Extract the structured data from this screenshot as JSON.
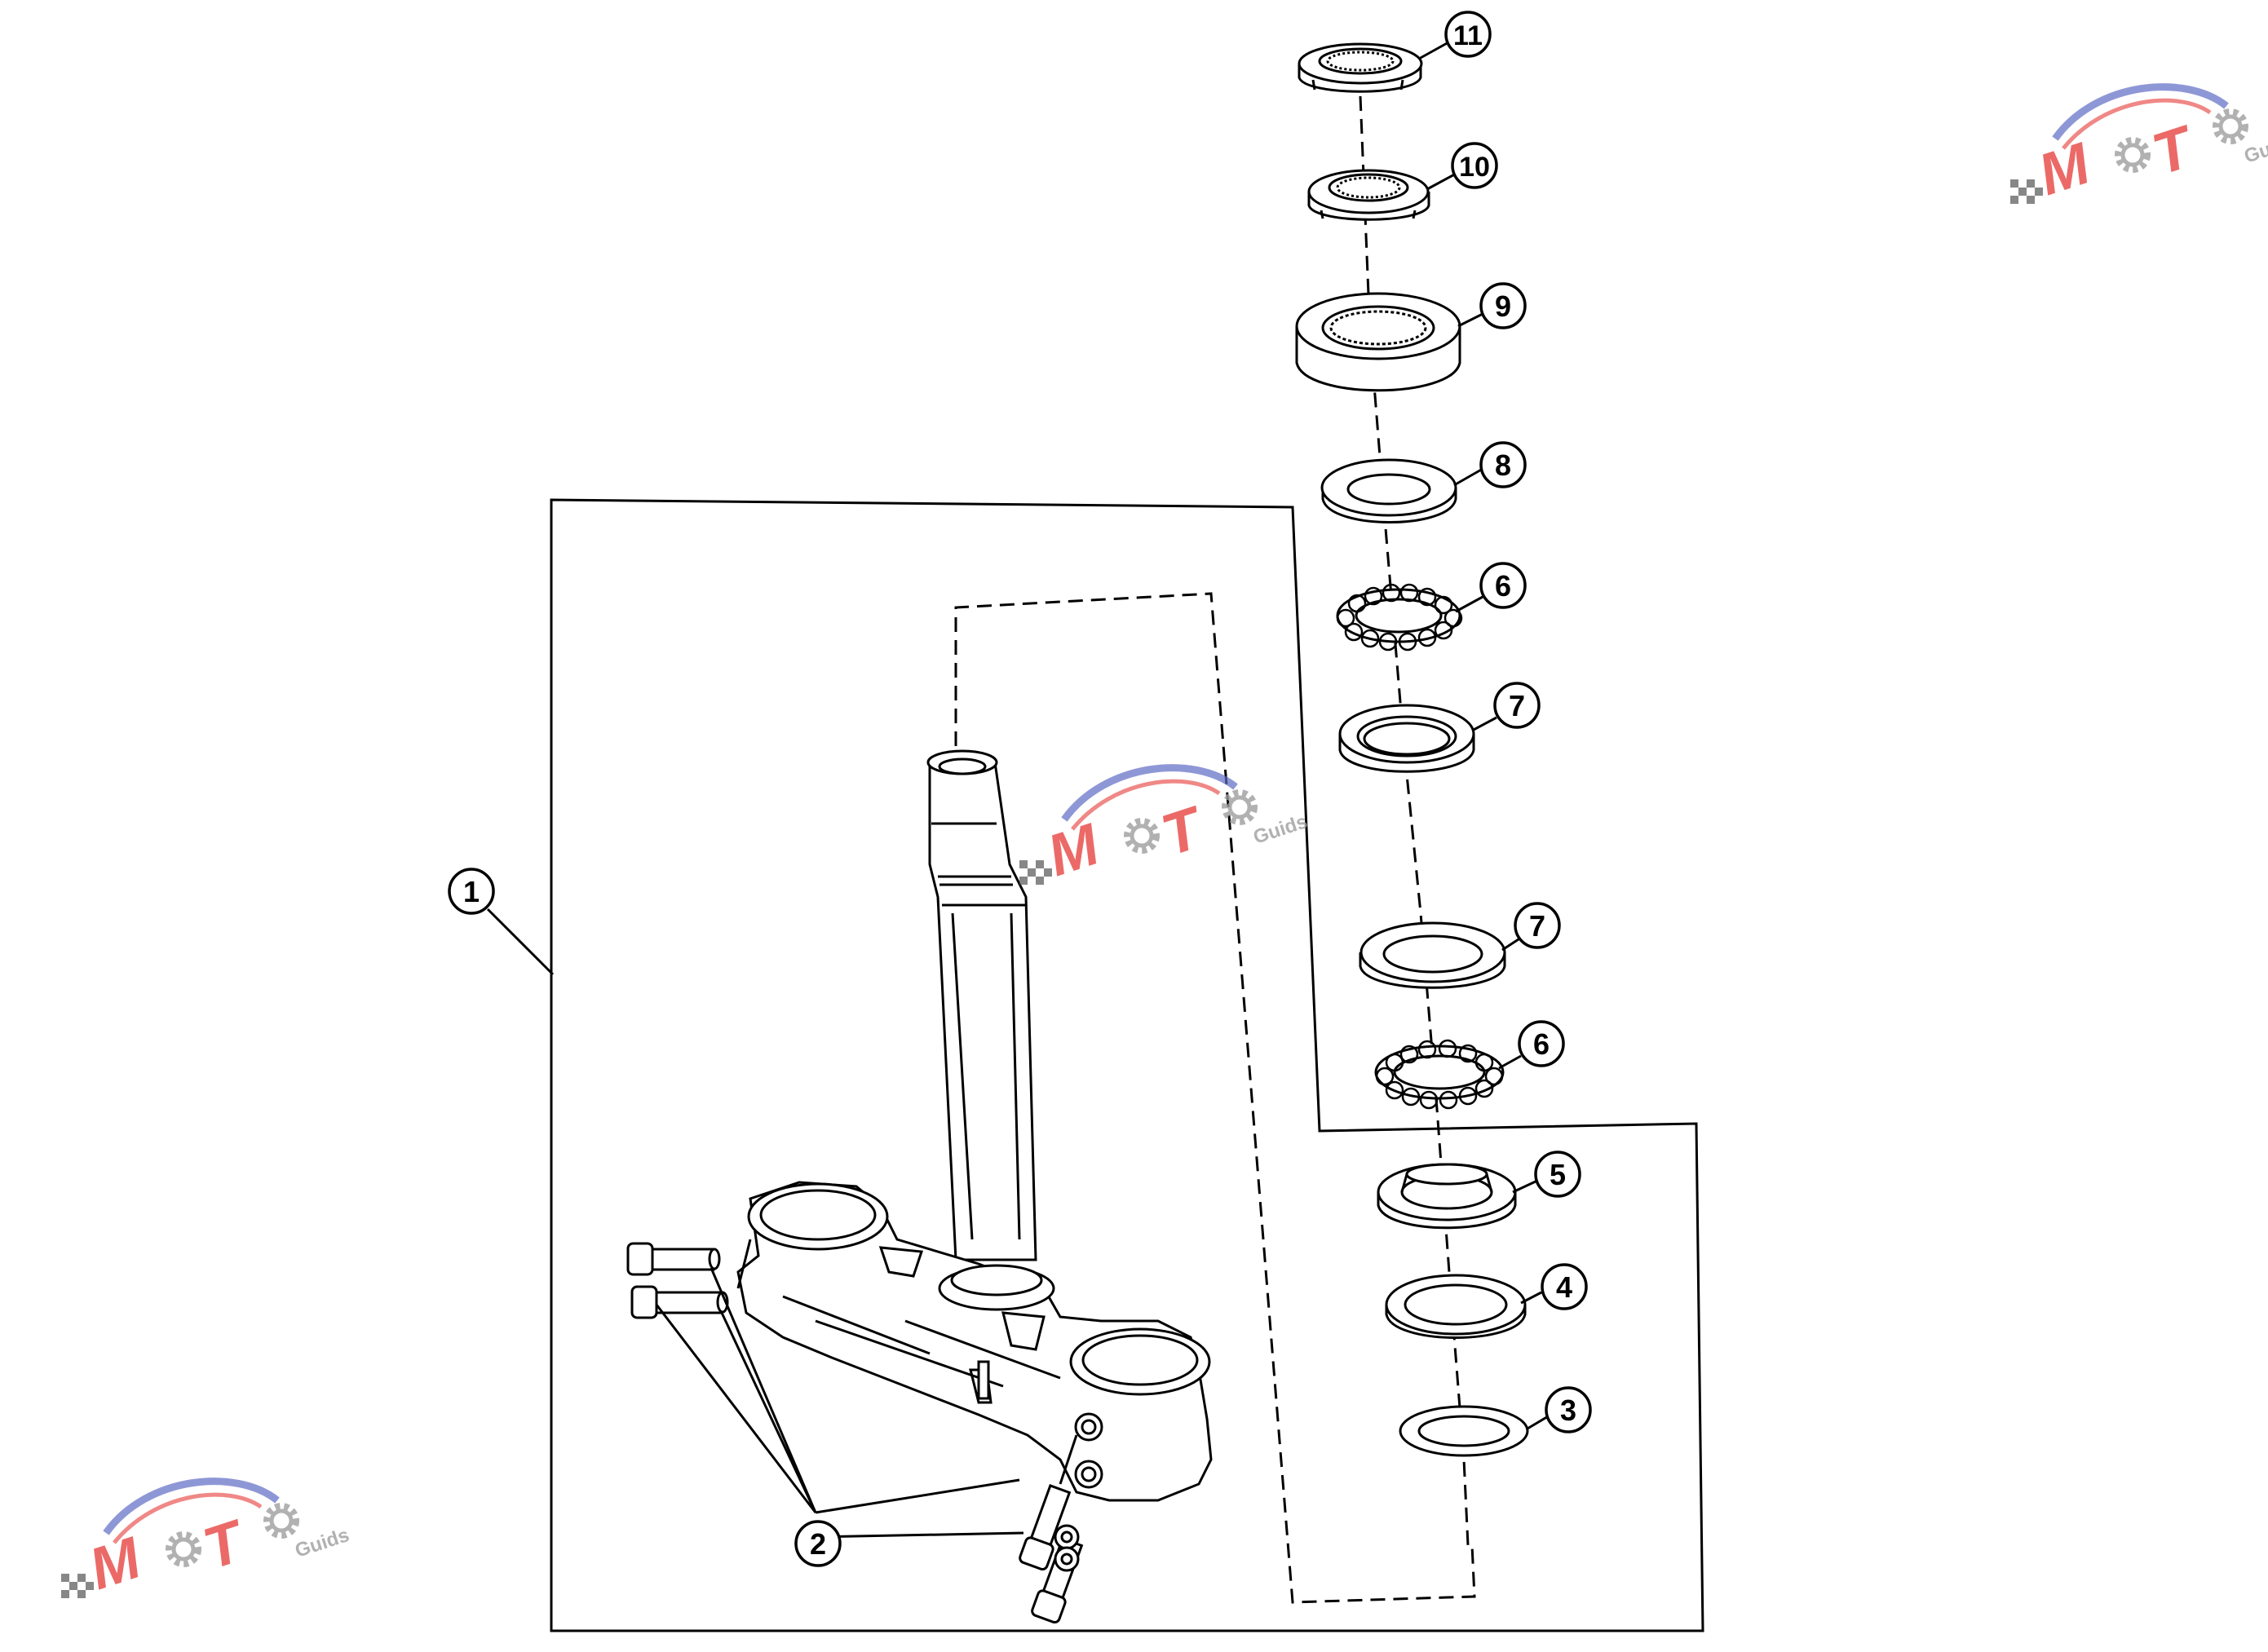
{
  "diagram": {
    "type": "exploded-parts-diagram"
  },
  "callouts": [
    {
      "id": "1",
      "label": "1"
    },
    {
      "id": "2",
      "label": "2"
    },
    {
      "id": "3",
      "label": "3"
    },
    {
      "id": "4",
      "label": "4"
    },
    {
      "id": "5",
      "label": "5"
    },
    {
      "id": "6a",
      "label": "6"
    },
    {
      "id": "7a",
      "label": "7"
    },
    {
      "id": "6b",
      "label": "6"
    },
    {
      "id": "7b",
      "label": "7"
    },
    {
      "id": "8",
      "label": "8"
    },
    {
      "id": "9",
      "label": "9"
    },
    {
      "id": "10",
      "label": "10"
    },
    {
      "id": "11",
      "label": "11"
    }
  ],
  "watermark": {
    "brand": "MOTO",
    "sub": "Guids",
    "colors": {
      "red": "#e53935",
      "blue": "#5e6bc4",
      "gray": "#9e9e9e"
    }
  },
  "colors": {
    "line": "#000000",
    "background": "#ffffff"
  }
}
